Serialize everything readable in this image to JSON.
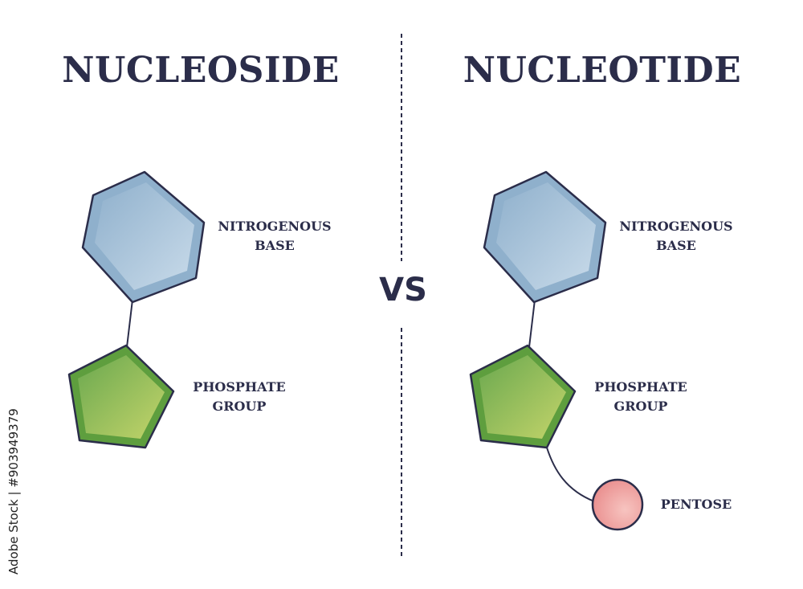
{
  "left": {
    "title": "NUCLEOSIDE",
    "base_label_line1": "NITROGENOUS",
    "base_label_line2": "BASE",
    "phosphate_label_line1": "PHOSPHATE",
    "phosphate_label_line2": "GROUP"
  },
  "right": {
    "title": "NUCLEOTIDE",
    "base_label_line1": "NITROGENOUS",
    "base_label_line2": "BASE",
    "phosphate_label_line1": "PHOSPHATE",
    "phosphate_label_line2": "GROUP",
    "pentose_label": "PENTOSE"
  },
  "vs_text": "VS",
  "stock_id": "Adobe Stock | #903949379",
  "colors": {
    "text": "#2b2d4a",
    "hexagon_fill": "#a9c3dc",
    "hexagon_outline": "#2b2d4a",
    "pentagon_fill": "#6aa84f",
    "pentagon_inner": "#9ac256",
    "sphere_fill": "#ef9a9a",
    "divider": "#2b2d4a"
  },
  "icons": {
    "base": "hexagon-shape",
    "phosphate": "pentagon-shape",
    "pentose": "sphere-shape"
  }
}
